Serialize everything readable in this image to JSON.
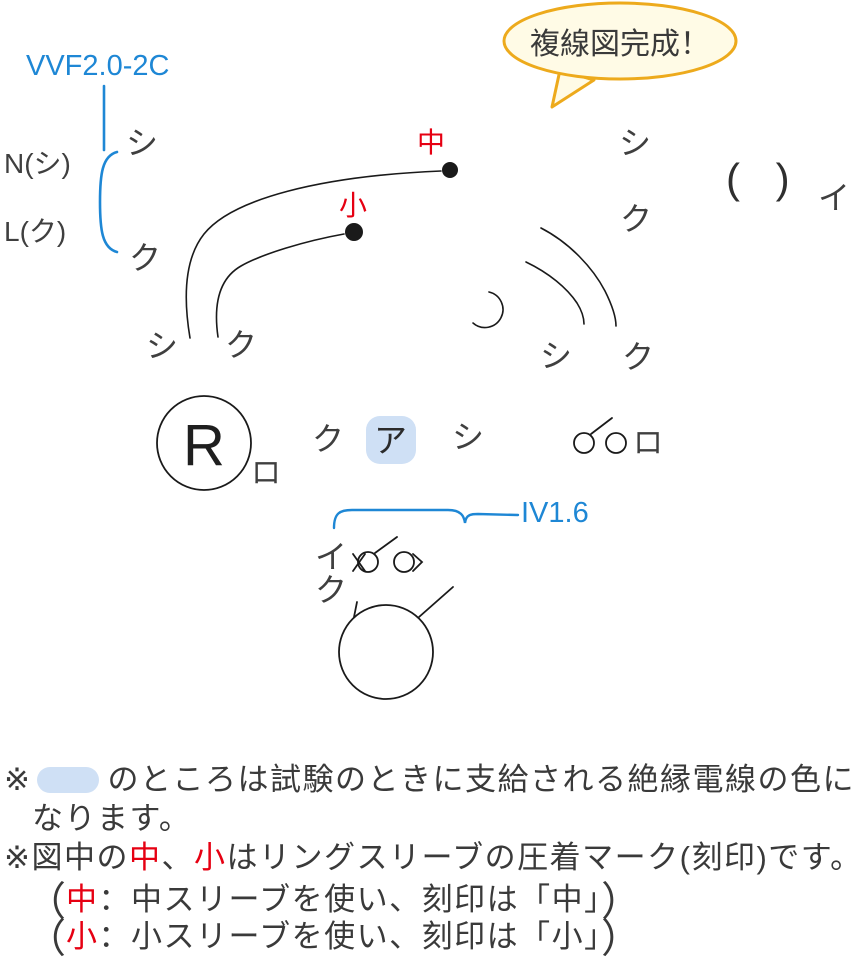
{
  "colors": {
    "blue_accent": "#1e87d5",
    "red_mark": "#e60012",
    "ink": "#3a3a3a",
    "wire": "#1a1a1a",
    "highlight_blue": "#cfe0f5",
    "bubble_fill": "#fffbe6",
    "bubble_border": "#edaa1c"
  },
  "bubble": {
    "text": "複線図完成！"
  },
  "source": {
    "cable_label": "VVF2.0-2C",
    "neutral_label": "N(シ)",
    "line_label": "L(ク)"
  },
  "kana": {
    "shi": "シ",
    "ku": "ク",
    "i": "イ",
    "a": "ア",
    "ro": "ロ"
  },
  "sleeve_marks": {
    "medium": "中",
    "small": "小"
  },
  "devices": {
    "receptacle_letter": "R",
    "ceiling_fixture_parens": "( )"
  },
  "wire_size_label": "IV1.6",
  "notes": {
    "line1_prefix": "※",
    "line1_text": "のところは試験のときに支給される絶縁電線の色に",
    "line2_text": "なります。",
    "line3": {
      "p1": "※図中の",
      "medium": "中",
      "comma": "、",
      "small": "小",
      "p2": "はリングスリーブの圧着マーク(刻印)です。"
    },
    "line4": {
      "open": "（",
      "mark": "中",
      "body": "：中スリーブを使い、刻印は「中」",
      "close": "）"
    },
    "line5": {
      "open": "（",
      "mark": "小",
      "body": "：小スリーブを使い、刻印は「小」",
      "close": "）"
    }
  }
}
